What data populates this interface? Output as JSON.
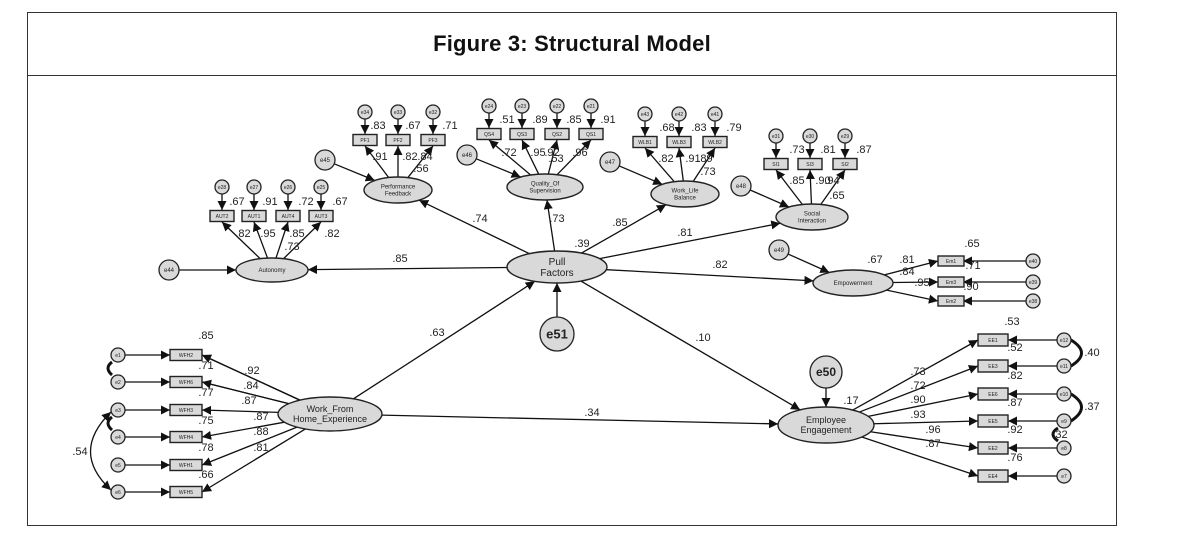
{
  "title": "Figure 3: Structural Model",
  "colors": {
    "node_fill": "#d9d9d9",
    "stroke": "#222222",
    "background": "#ffffff"
  },
  "latents": {
    "autonomy": {
      "label": [
        "Autonomy"
      ],
      "error": "e44",
      "r2": null
    },
    "performance_feedback": {
      "label": [
        "Performance",
        "Feedback"
      ],
      "error": "e45",
      "r2": ".56"
    },
    "quality_of_supervision": {
      "label": [
        "Quality_Of",
        "Supervision"
      ],
      "error": "e46",
      "r2": ".53"
    },
    "work_life_balance": {
      "label": [
        "Work_Life",
        "Balance"
      ],
      "error": "e47",
      "r2": ".73"
    },
    "social_interaction": {
      "label": [
        "Social",
        "Interaction"
      ],
      "error": "e48",
      "r2": ".65"
    },
    "empowerment": {
      "label": [
        "Empowerment"
      ],
      "error": "e49",
      "r2": ".67"
    },
    "pull_factors": {
      "label": [
        "Pull",
        "Factors"
      ],
      "error": "e51",
      "r2": ".39"
    },
    "work_from_home": {
      "label": [
        "Work_From",
        "Home_Experience"
      ]
    },
    "employee_engagement": {
      "label": [
        "Employee",
        "Engagement"
      ],
      "error": "e50",
      "r2": ".17"
    }
  },
  "structural_paths": [
    {
      "from": "Pull Factors",
      "to": "Autonomy",
      "value": ".85"
    },
    {
      "from": "Pull Factors",
      "to": "Performance Feedback",
      "value": ".74"
    },
    {
      "from": "Pull Factors",
      "to": "Quality_Of Supervision",
      "value": ".73"
    },
    {
      "from": "Pull Factors",
      "to": "Work_Life Balance",
      "value": ".85"
    },
    {
      "from": "Pull Factors",
      "to": "Social Interaction",
      "value": ".81"
    },
    {
      "from": "Pull Factors",
      "to": "Empowerment",
      "value": ".82"
    },
    {
      "from": "Work_From Home_Experience",
      "to": "Pull Factors",
      "value": ".63"
    },
    {
      "from": "Pull Factors",
      "to": "Employee Engagement",
      "value": ".10"
    },
    {
      "from": "Work_From Home_Experience",
      "to": "Employee Engagement",
      "value": ".34"
    }
  ],
  "indicators": {
    "autonomy": [
      {
        "name": "AUT2",
        "error": "e28",
        "r2": ".67",
        "loading": ".82"
      },
      {
        "name": "AUT1",
        "error": "e27",
        "r2": ".91",
        "loading": ".95"
      },
      {
        "name": "AUT4",
        "error": "e26",
        "r2": ".72",
        "loading": ".85"
      },
      {
        "name": "AUT3",
        "error": "e25",
        "r2": ".67",
        "loading": ".82"
      }
    ],
    "autonomy_extra_label": ".73",
    "performance_feedback": [
      {
        "name": "PF1",
        "error": "e34",
        "r2": ".83",
        "loading": ".91"
      },
      {
        "name": "PF2",
        "error": "e33",
        "r2": ".67",
        "loading": ".82"
      },
      {
        "name": "PF3",
        "error": "e32",
        "r2": ".71",
        "loading": ".84"
      }
    ],
    "quality_of_supervision": [
      {
        "name": "QS4",
        "error": "e24",
        "r2": ".51",
        "loading": ".72"
      },
      {
        "name": "QS3",
        "error": "e23",
        "r2": ".89",
        "loading": ".95"
      },
      {
        "name": "QS2",
        "error": "e22",
        "r2": ".85",
        "loading": ".92"
      },
      {
        "name": "QS1",
        "error": "e21",
        "r2": ".91",
        "loading": ".96"
      }
    ],
    "work_life_balance": [
      {
        "name": "WLB1",
        "error": "e43",
        "r2": ".68",
        "loading": ".82"
      },
      {
        "name": "WLB3",
        "error": "e42",
        "r2": ".83",
        "loading": ".91"
      },
      {
        "name": "WLB2",
        "error": "e41",
        "r2": ".79",
        "loading": ".89"
      }
    ],
    "social_interaction": [
      {
        "name": "SI1",
        "error": "e31",
        "r2": ".73",
        "loading": ".85"
      },
      {
        "name": "SI3",
        "error": "e30",
        "r2": ".81",
        "loading": ".90"
      },
      {
        "name": "SI2",
        "error": "e29",
        "r2": ".87",
        "loading": ".94"
      }
    ],
    "empowerment": [
      {
        "name": "Em1",
        "error": "e40",
        "r2": ".65",
        "loading": ".81"
      },
      {
        "name": "Em3",
        "error": "e39",
        "r2": ".71",
        "loading": ".84"
      },
      {
        "name": "Em2",
        "error": "e38",
        "r2": ".90",
        "loading": ".95"
      }
    ],
    "work_from_home": [
      {
        "name": "WFH2",
        "error": "e1",
        "r2": ".85",
        "loading": ".92"
      },
      {
        "name": "WFH6",
        "error": "e2",
        "r2": ".71",
        "loading": ".84"
      },
      {
        "name": "WFH3",
        "error": "e3",
        "r2": ".77",
        "loading": ".87"
      },
      {
        "name": "WFH4",
        "error": "e4",
        "r2": ".75",
        "loading": ".87"
      },
      {
        "name": "WFH1",
        "error": "e5",
        "r2": ".78",
        "loading": ".88"
      },
      {
        "name": "WFH5",
        "error": "e6",
        "r2": ".66",
        "loading": ".81"
      }
    ],
    "employee_engagement": [
      {
        "name": "EE1",
        "error": "e12",
        "r2": ".53",
        "loading": ".73"
      },
      {
        "name": "EE3",
        "error": "e11",
        "r2": ".52",
        "loading": ".72"
      },
      {
        "name": "EE6",
        "error": "e10",
        "r2": ".82",
        "loading": ".90"
      },
      {
        "name": "EE5",
        "error": "e9",
        "r2": ".87",
        "loading": ".93"
      },
      {
        "name": "EE2",
        "error": "e8",
        "r2": ".92",
        "loading": ".96"
      },
      {
        "name": "EE4",
        "error": "e7",
        "r2": ".76",
        "loading": ".87"
      }
    ]
  },
  "covariances": [
    {
      "between": [
        "e3",
        "e6"
      ],
      "value": ".54"
    },
    {
      "between": [
        "e12",
        "e11"
      ],
      "value": ".40"
    },
    {
      "between": [
        "e10",
        "e9"
      ],
      "value": ".37"
    },
    {
      "between": [
        "e9",
        "e8"
      ],
      "value": ".32"
    }
  ]
}
